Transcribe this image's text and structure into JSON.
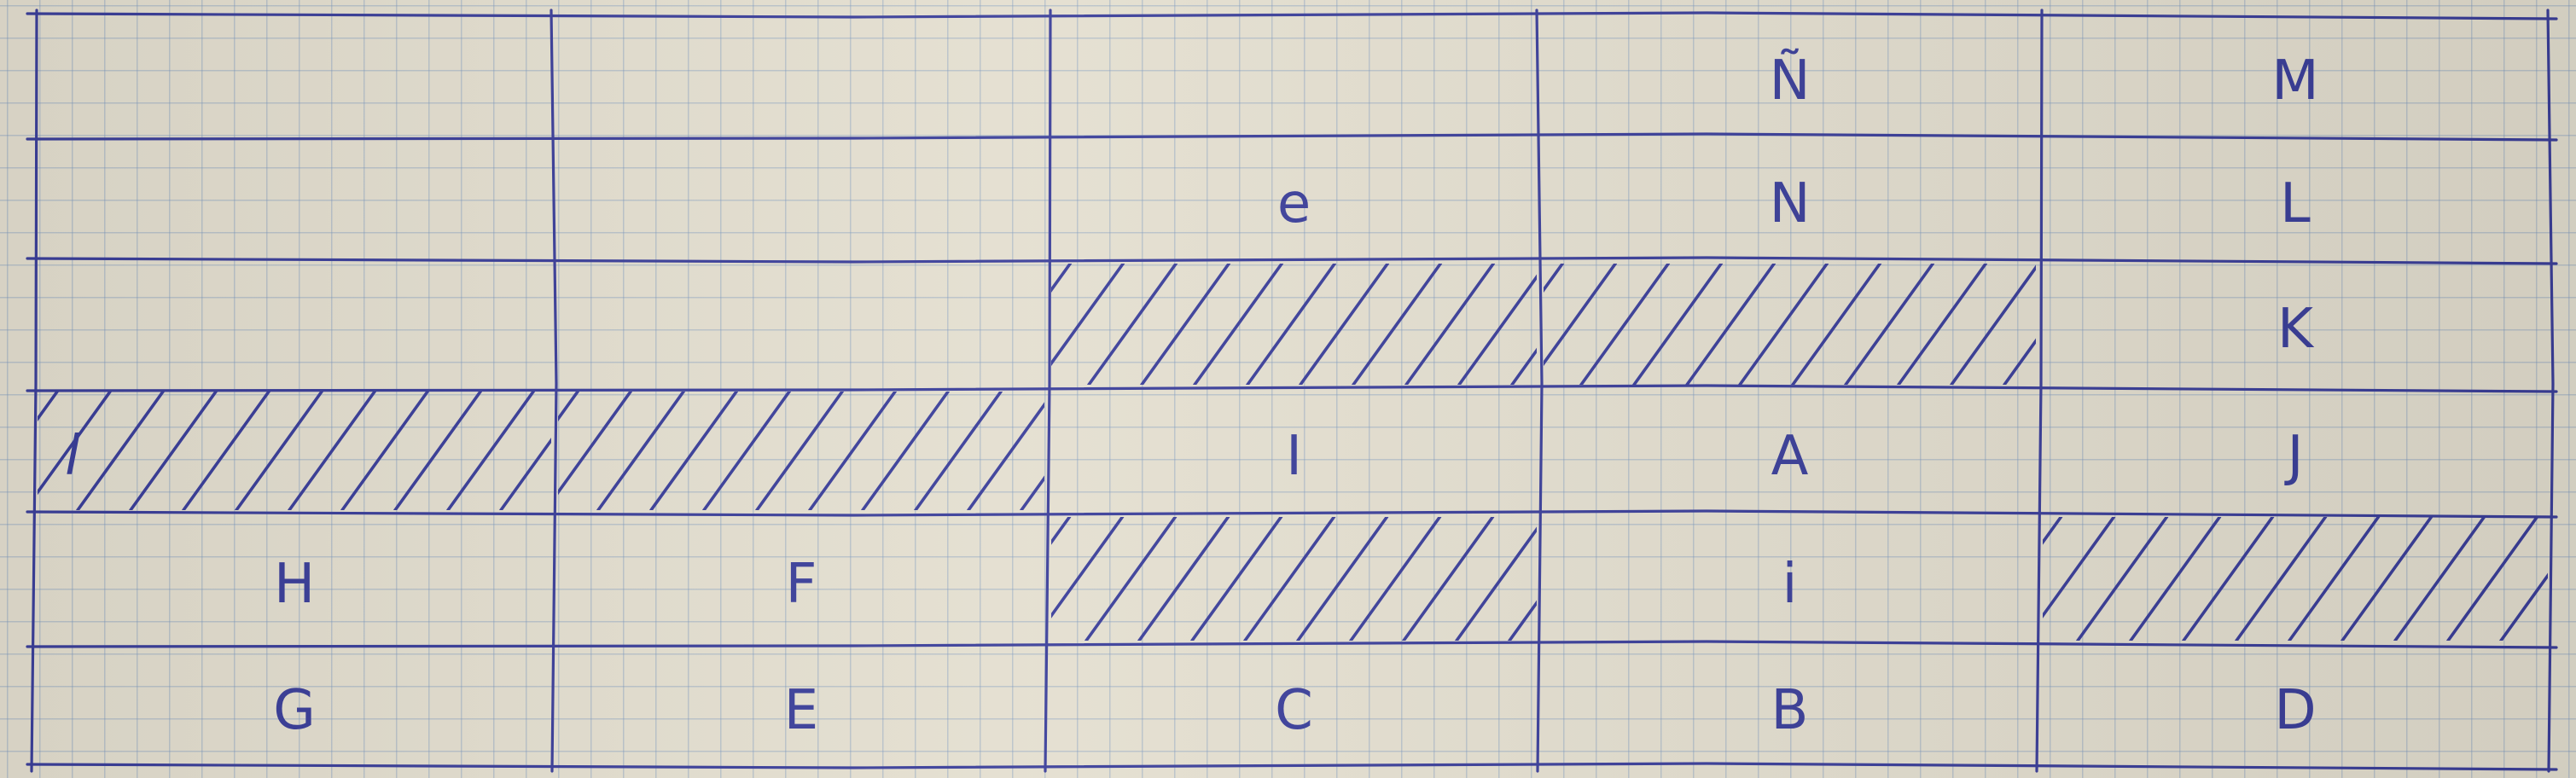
{
  "sheet": {
    "ink_color": "#3b3f9a",
    "paper_color": "#e4dfd0",
    "columns": 5,
    "rows": 6,
    "cells": [
      {
        "id": "n-tilde",
        "text": "Ñ",
        "col": 3,
        "row": 0
      },
      {
        "id": "m",
        "text": "M",
        "col": 4,
        "row": 0
      },
      {
        "id": "e-lower",
        "text": "e",
        "col": 2,
        "row": 1
      },
      {
        "id": "n",
        "text": "N",
        "col": 3,
        "row": 1
      },
      {
        "id": "l",
        "text": "L",
        "col": 4,
        "row": 1
      },
      {
        "id": "k",
        "text": "K",
        "col": 4,
        "row": 2
      },
      {
        "id": "l-cursive",
        "text": "l",
        "col": 0,
        "row": 3
      },
      {
        "id": "i",
        "text": "I",
        "col": 2,
        "row": 3
      },
      {
        "id": "a",
        "text": "A",
        "col": 3,
        "row": 3
      },
      {
        "id": "j",
        "text": "J",
        "col": 4,
        "row": 3
      },
      {
        "id": "h",
        "text": "H",
        "col": 0,
        "row": 4
      },
      {
        "id": "f",
        "text": "F",
        "col": 1,
        "row": 4
      },
      {
        "id": "i-lower",
        "text": "i",
        "col": 3,
        "row": 4
      },
      {
        "id": "g",
        "text": "G",
        "col": 0,
        "row": 5
      },
      {
        "id": "e",
        "text": "E",
        "col": 1,
        "row": 5
      },
      {
        "id": "c",
        "text": "C",
        "col": 2,
        "row": 5
      },
      {
        "id": "b",
        "text": "B",
        "col": 3,
        "row": 5
      },
      {
        "id": "d",
        "text": "D",
        "col": 4,
        "row": 5
      }
    ],
    "hatched_cells": [
      {
        "col": 0,
        "row": 3
      },
      {
        "col": 1,
        "row": 3
      },
      {
        "col": 2,
        "row": 2
      },
      {
        "col": 3,
        "row": 2
      },
      {
        "col": 2,
        "row": 4
      },
      {
        "col": 4,
        "row": 4
      }
    ]
  }
}
